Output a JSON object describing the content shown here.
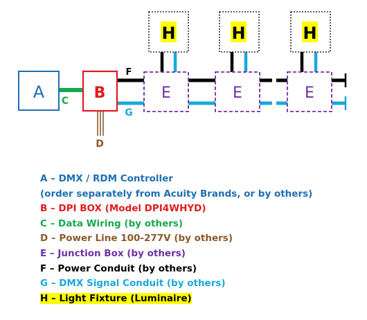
{
  "colors": {
    "a": "#1f6fb2",
    "b": "#e3191f",
    "c": "#18a84b",
    "d": "#8b5a2b",
    "e": "#7030a0",
    "f": "#000000",
    "g": "#1aa7dc",
    "h_fill": "#ffff00"
  },
  "diagram": {
    "box_a": "A",
    "box_b": "B",
    "label_c": "C",
    "label_d": "D",
    "label_f": "F",
    "label_g": "G",
    "fixtures": [
      "H",
      "H",
      "H"
    ],
    "junction_boxes": [
      "E",
      "E",
      "E"
    ]
  },
  "legend": [
    {
      "text": "A – DMX / RDM Controller",
      "color_key": "a"
    },
    {
      "text": "(order separately from Acuity Brands, or by others)",
      "color_key": "a"
    },
    {
      "text": "B – DPI BOX  (Model DPI4WHYD)",
      "color_key": "b"
    },
    {
      "text": "C – Data Wiring  (by others)",
      "color_key": "c"
    },
    {
      "text": "D – Power Line 100-277V  (by others)",
      "color_key": "d"
    },
    {
      "text": "E – Junction Box  (by others)",
      "color_key": "e"
    },
    {
      "text": "F – Power Conduit  (by others)",
      "color_key": "f"
    },
    {
      "text": "G – DMX Signal Conduit  (by others)",
      "color_key": "g"
    },
    {
      "text": "H – Light Fixture (Luminaire)",
      "color_key": "f",
      "highlight": true
    }
  ]
}
